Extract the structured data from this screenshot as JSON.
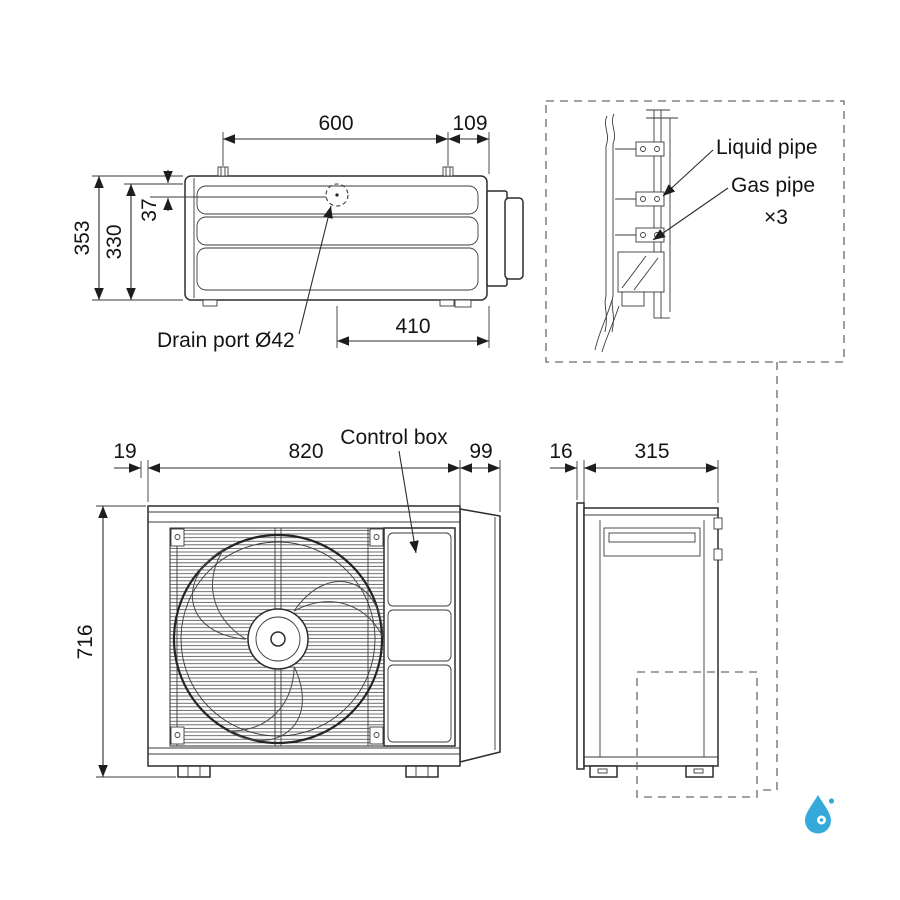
{
  "top_view": {
    "dim_600": "600",
    "dim_109": "109",
    "dim_353": "353",
    "dim_330": "330",
    "dim_37": "37",
    "dim_410": "410",
    "drain_port_label": "Drain port  Ø42"
  },
  "detail_view": {
    "liquid_pipe": "Liquid pipe",
    "gas_pipe": "Gas pipe",
    "times3": "×3"
  },
  "front_view": {
    "dim_19": "19",
    "dim_820": "820",
    "dim_99": "99",
    "dim_716": "716",
    "control_box_label": "Control box"
  },
  "side_view": {
    "dim_16": "16",
    "dim_315": "315"
  },
  "colors": {
    "line": "#2d2d2d",
    "logo_blue": "#36a9db"
  }
}
